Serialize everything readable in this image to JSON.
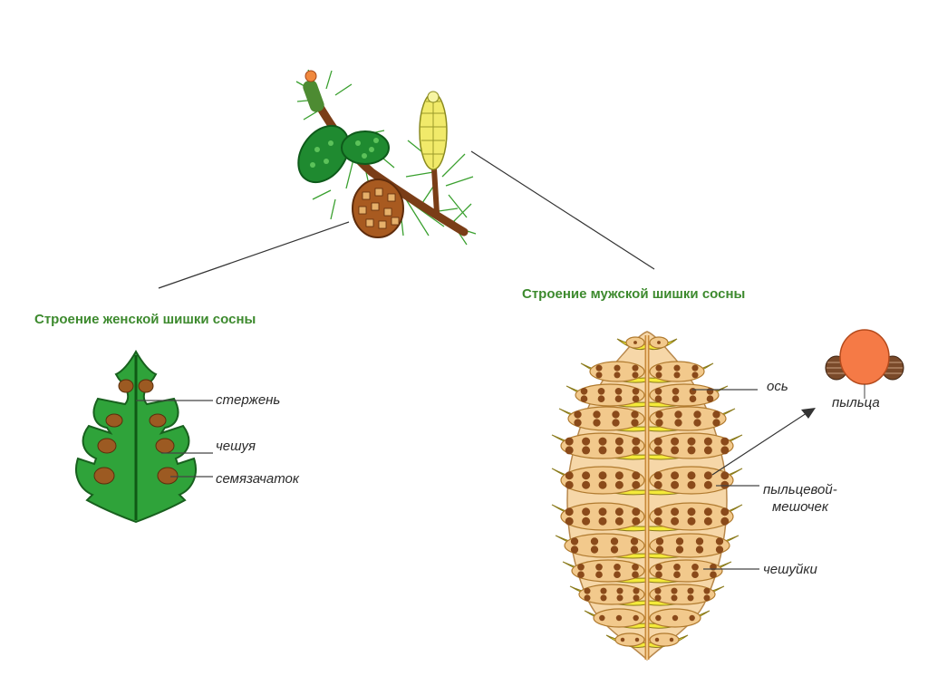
{
  "titles": {
    "female": "Строение женской шишки сосны",
    "male": "Строение мужской шишки сосны"
  },
  "female_labels": {
    "rod": "стержень",
    "scale": "чешуя",
    "ovule": "семязачаток"
  },
  "male_labels": {
    "axis": "ось",
    "pollen": "пыльца",
    "pollen_sac_1": "пыльцевой-",
    "pollen_sac_2": "мешочек",
    "scales": "чешуйки"
  },
  "colors": {
    "title_green": "#3d8a2e",
    "leaf_green": "#2fa33a",
    "cone_brown": "#9c5a22",
    "scale_yellow": "#f4ea3a",
    "sac_tan": "#f2c98c",
    "pollen_orange": "#f57a46"
  }
}
